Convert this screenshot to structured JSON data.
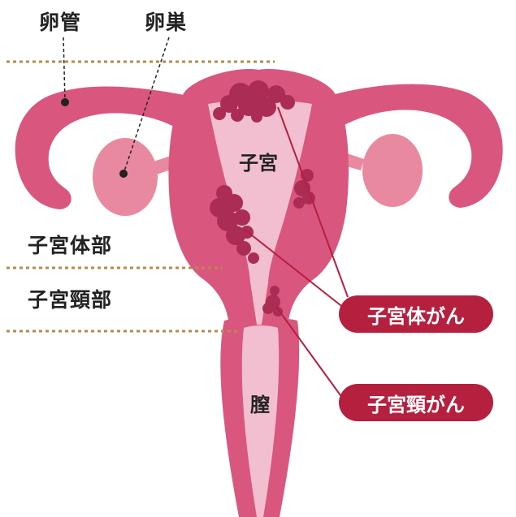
{
  "labels": {
    "oviduct": "卵管",
    "ovary": "卵巣",
    "uterus": "子宮",
    "vagina": "膣",
    "uterine_body": "子宮体部",
    "uterine_cervix": "子宮頸部"
  },
  "callouts": {
    "endometrial_cancer": "子宮体がん",
    "cervical_cancer": "子宮頸がん"
  },
  "colors": {
    "organ": "#d9577f",
    "inner": "#f2bfd0",
    "ovary": "#e8899f",
    "tumor": "#ab2d56",
    "callout_bg": "#b5203f",
    "boundary_line": "#b38c4a"
  }
}
